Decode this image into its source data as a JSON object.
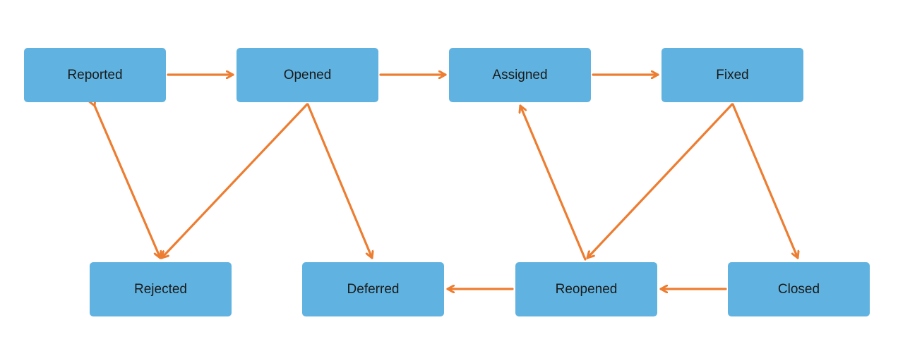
{
  "diagram": {
    "accent_color": "#60b3e0",
    "arrow_color": "#ed7d31",
    "nodes": {
      "reported": "Reported",
      "opened": "Opened",
      "assigned": "Assigned",
      "fixed": "Fixed",
      "rejected": "Rejected",
      "deferred": "Deferred",
      "reopened": "Reopened",
      "closed": "Closed"
    },
    "edges": [
      {
        "from": "Reported",
        "to": "Opened"
      },
      {
        "from": "Opened",
        "to": "Assigned"
      },
      {
        "from": "Assigned",
        "to": "Fixed"
      },
      {
        "from": "Reported",
        "to": "Rejected",
        "bidirectional": true
      },
      {
        "from": "Opened",
        "to": "Rejected"
      },
      {
        "from": "Opened",
        "to": "Deferred"
      },
      {
        "from": "Reopened",
        "to": "Assigned"
      },
      {
        "from": "Fixed",
        "to": "Reopened"
      },
      {
        "from": "Fixed",
        "to": "Closed"
      },
      {
        "from": "Reopened",
        "to": "Deferred"
      },
      {
        "from": "Closed",
        "to": "Reopened"
      }
    ]
  }
}
